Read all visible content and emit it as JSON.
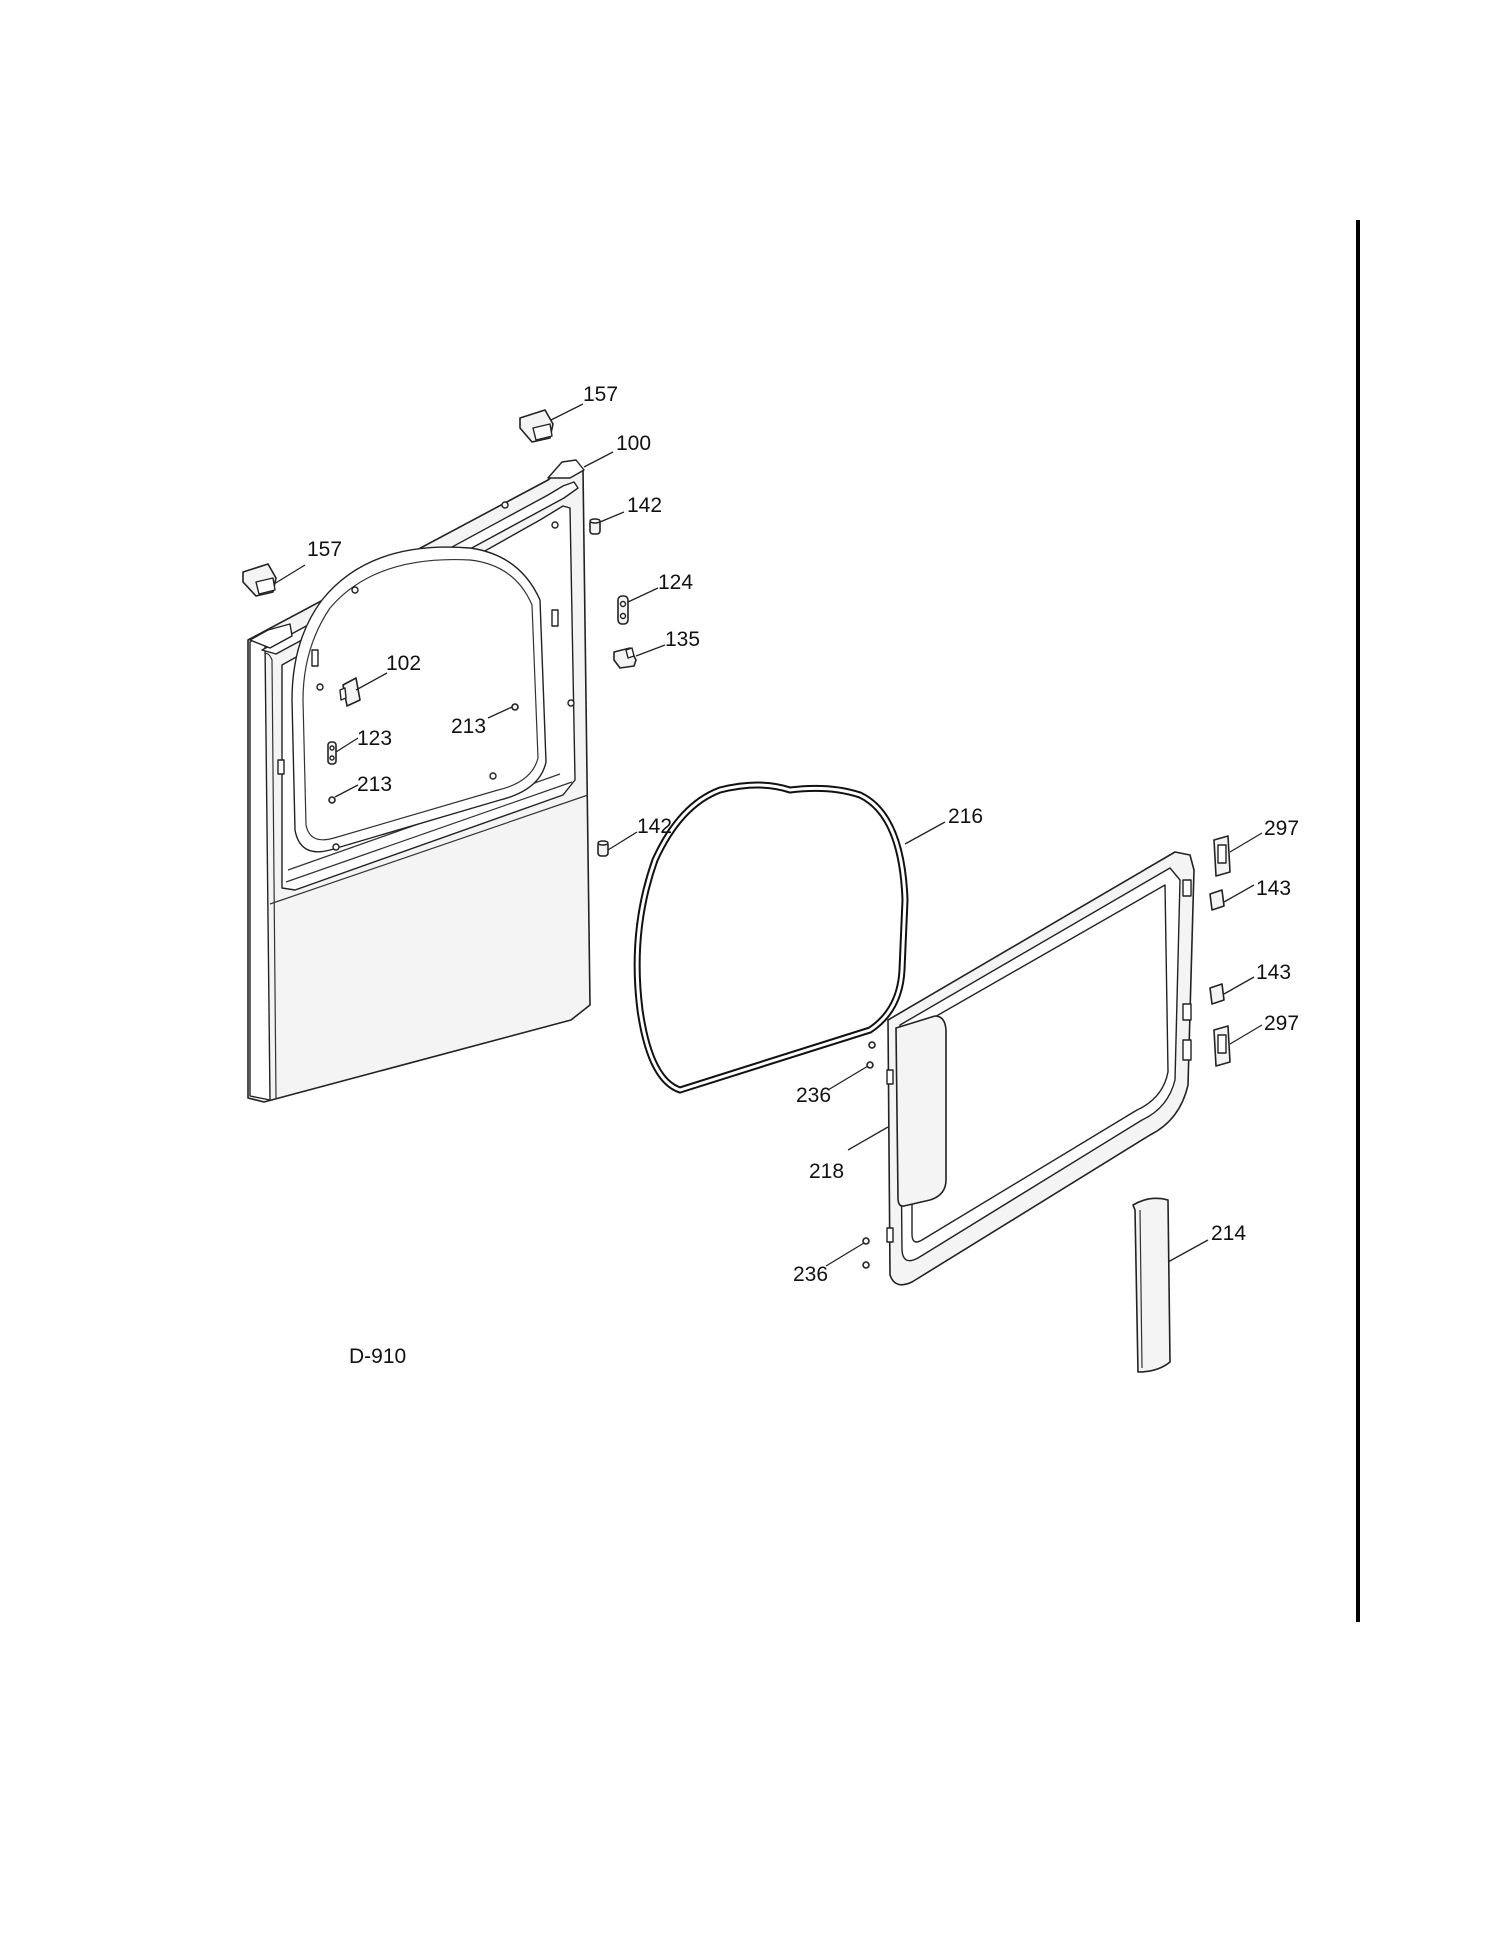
{
  "diagram": {
    "code": "D-910",
    "callouts": [
      {
        "id": "c-157-top",
        "label": "157"
      },
      {
        "id": "c-100",
        "label": "100"
      },
      {
        "id": "c-142-top",
        "label": "142"
      },
      {
        "id": "c-157-left",
        "label": "157"
      },
      {
        "id": "c-124",
        "label": "124"
      },
      {
        "id": "c-135",
        "label": "135"
      },
      {
        "id": "c-102",
        "label": "102"
      },
      {
        "id": "c-213-right",
        "label": "213"
      },
      {
        "id": "c-123",
        "label": "123"
      },
      {
        "id": "c-213-left",
        "label": "213"
      },
      {
        "id": "c-142-bottom",
        "label": "142"
      },
      {
        "id": "c-216",
        "label": "216"
      },
      {
        "id": "c-297-top",
        "label": "297"
      },
      {
        "id": "c-143-top",
        "label": "143"
      },
      {
        "id": "c-143-bottom",
        "label": "143"
      },
      {
        "id": "c-297-bottom",
        "label": "297"
      },
      {
        "id": "c-236-top",
        "label": "236"
      },
      {
        "id": "c-218",
        "label": "218"
      },
      {
        "id": "c-214",
        "label": "214"
      },
      {
        "id": "c-236-bottom",
        "label": "236"
      }
    ]
  }
}
